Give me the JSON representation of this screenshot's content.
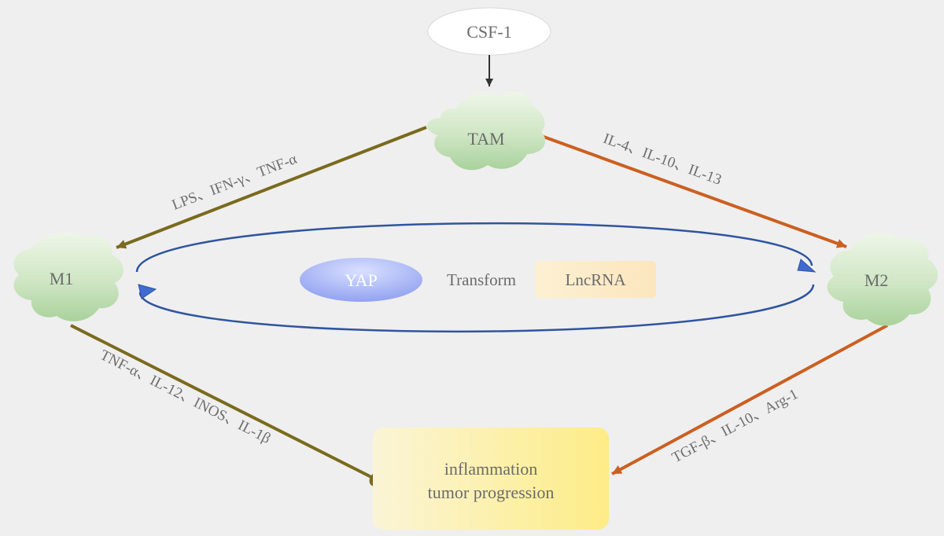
{
  "nodes": {
    "csf1": "CSF-1",
    "tam": "TAM",
    "m1": "M1",
    "m2": "M2",
    "yap": "YAP",
    "transform": "Transform",
    "lncrna": "LncRNA",
    "outcome_line1": "inflammation",
    "outcome_line2": "tumor progression"
  },
  "edge_labels": {
    "tam_to_m1": "LPS、IFN-γ、TNF-α",
    "tam_to_m2": "IL-4、IL-10、IL-13",
    "m1_to_outcome": "TNF-α、IL-12、INOS、IL-1β",
    "m2_to_outcome": "TGF-β、IL-10、Arg-1"
  },
  "colors": {
    "background": "#efefef",
    "m1_pathway": "#7a6a1d",
    "m2_pathway": "#cc5f20",
    "cycle": "#2f55a0",
    "csf_arrow": "#333333"
  }
}
